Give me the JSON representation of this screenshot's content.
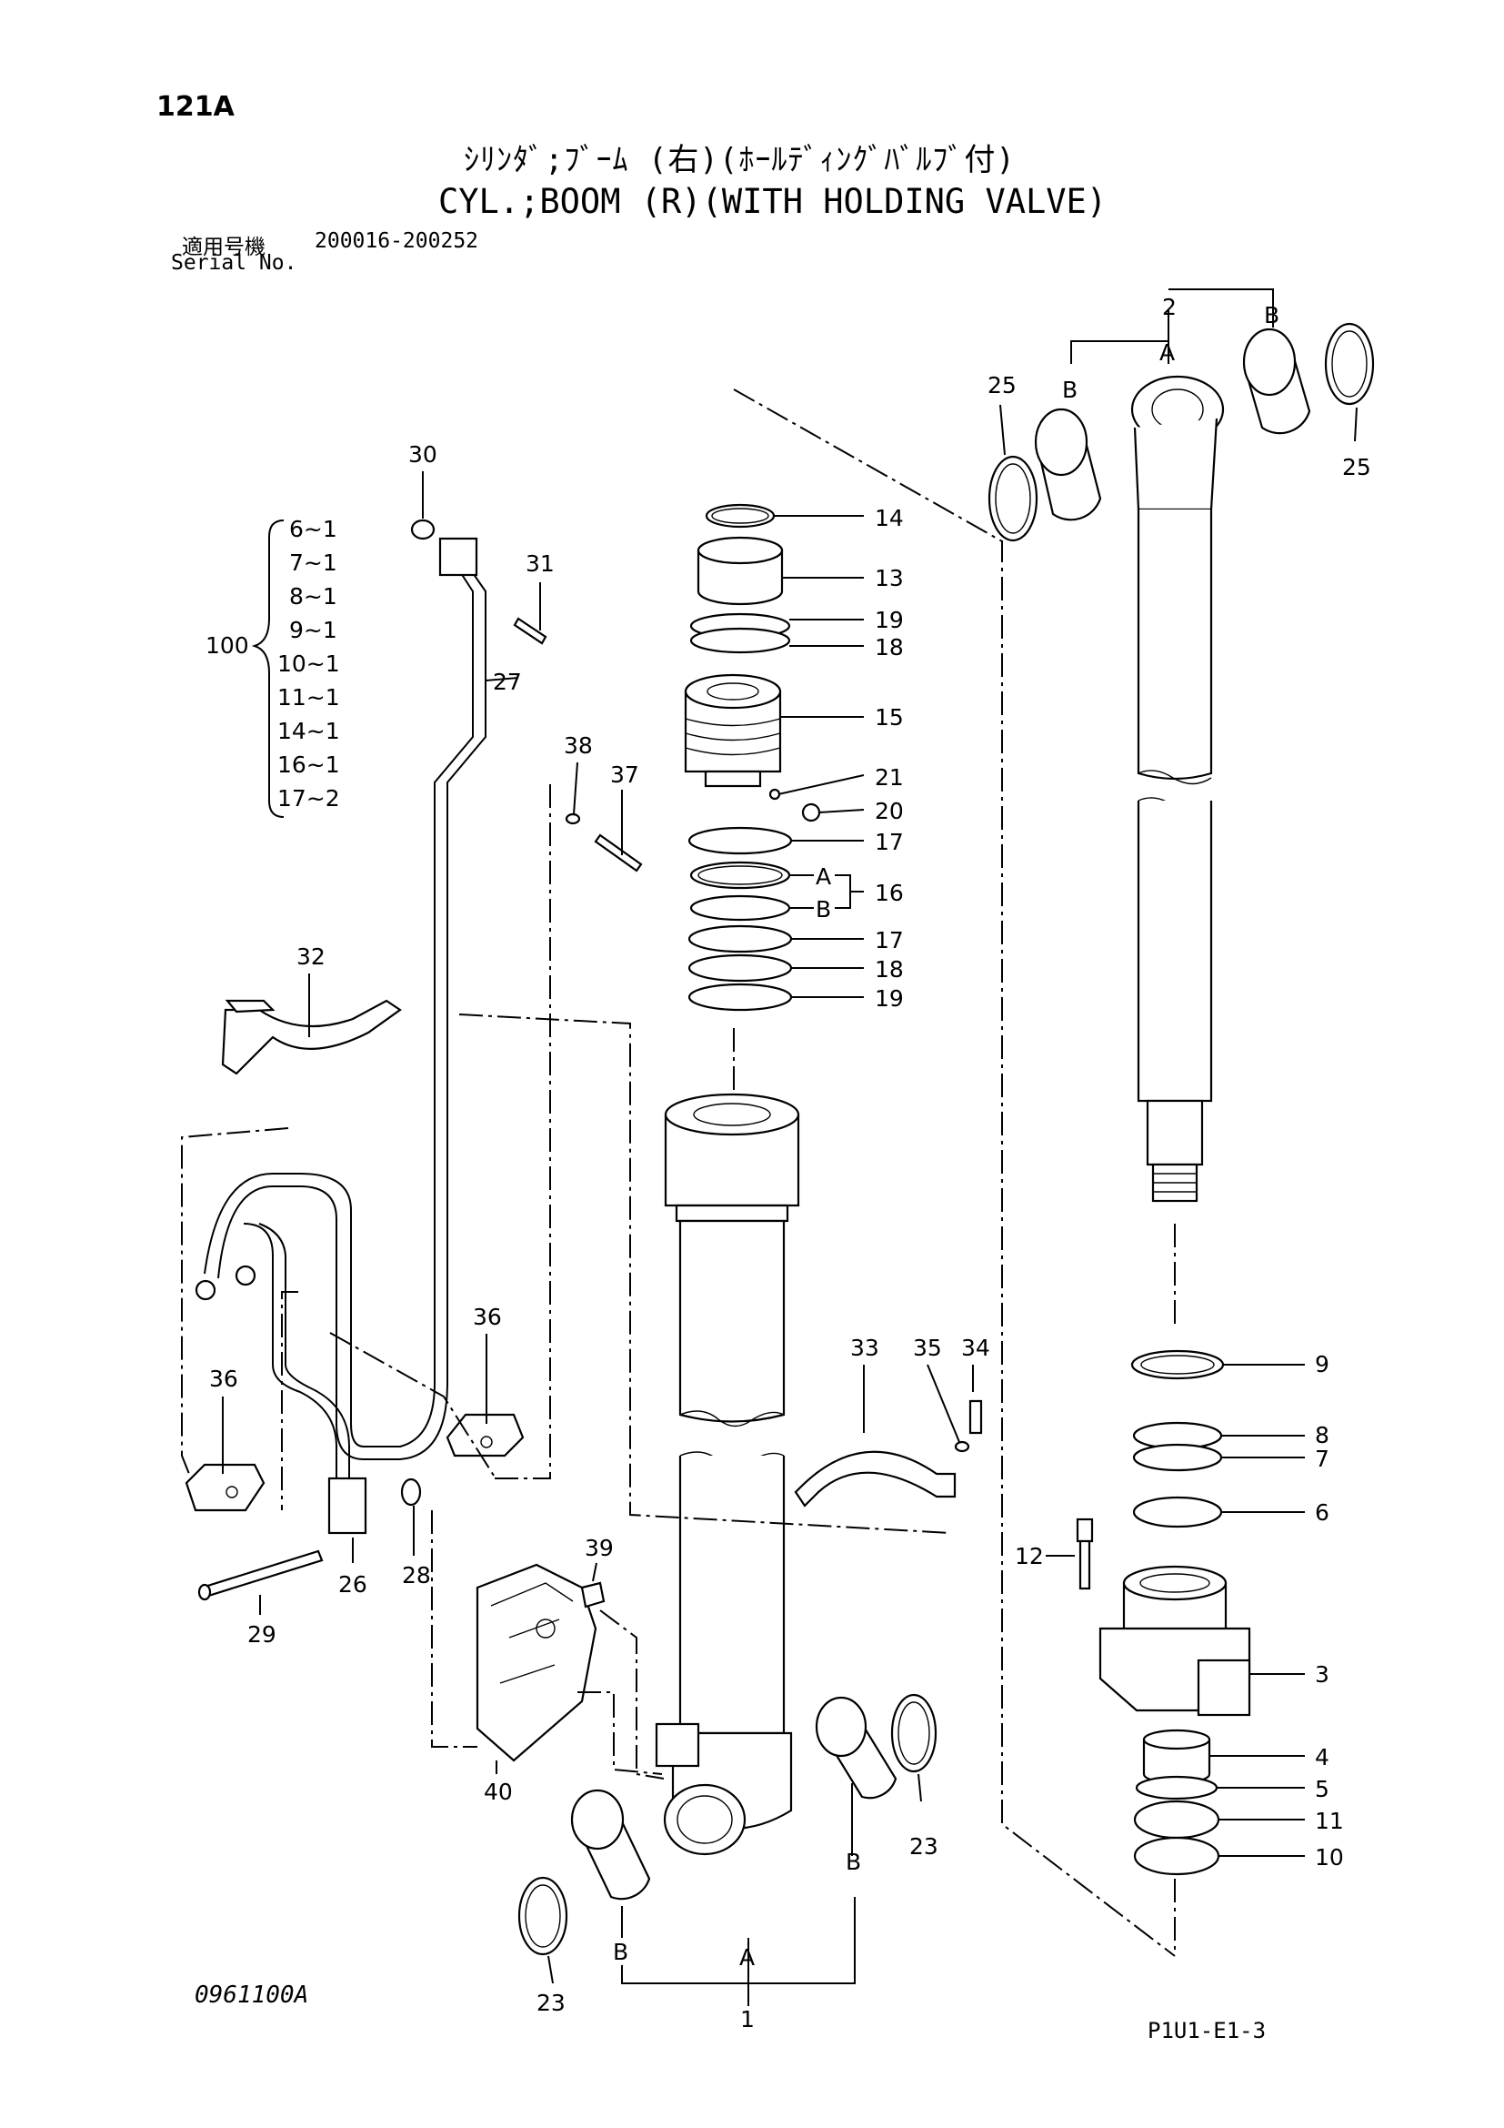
{
  "header": {
    "page_code": "121A",
    "title_jp": "ｼﾘﾝﾀﾞ;ﾌﾞｰﾑ (右)(ﾎｰﾙﾃﾞｨﾝｸﾞﾊﾞﾙﾌﾞ付)",
    "title_en": "CYL.;BOOM (R)(WITH HOLDING VALVE)",
    "serial_label_jp": "適用号機",
    "serial_label_en": "Serial No.",
    "serial_range": "200016-200252"
  },
  "footer": {
    "drawing_no": "0961100A",
    "page_ref": "P1U1-E1-3"
  },
  "kit": {
    "number": "100",
    "items": [
      "6~1",
      "7~1",
      "8~1",
      "9~1",
      "10~1",
      "11~1",
      "14~1",
      "16~1",
      "17~2"
    ]
  },
  "callouts": {
    "p1": "1",
    "p2": "2",
    "p3": "3",
    "p4": "4",
    "p5": "5",
    "p6": "6",
    "p7": "7",
    "p8": "8",
    "p9": "9",
    "p10": "10",
    "p11": "11",
    "p12": "12",
    "p13": "13",
    "p14": "14",
    "p15": "15",
    "p16": "16",
    "p17a": "17",
    "p17b": "17",
    "p18a": "18",
    "p18b": "18",
    "p19a": "19",
    "p19b": "19",
    "p20": "20",
    "p21": "21",
    "p23a": "23",
    "p23b": "23",
    "p25a": "25",
    "p25b": "25",
    "p26": "26",
    "p27": "27",
    "p28": "28",
    "p29": "29",
    "p30": "30",
    "p31": "31",
    "p32": "32",
    "p33": "33",
    "p34": "34",
    "p35": "35",
    "p36a": "36",
    "p36b": "36",
    "p37": "37",
    "p38": "38",
    "p39": "39",
    "p40": "40",
    "sub_a_16": "A",
    "sub_b_16": "B",
    "rod_a": "A",
    "rod_b_left": "B",
    "rod_b_right": "B",
    "tube_a": "A",
    "tube_b_left": "B",
    "tube_b_right": "B"
  }
}
